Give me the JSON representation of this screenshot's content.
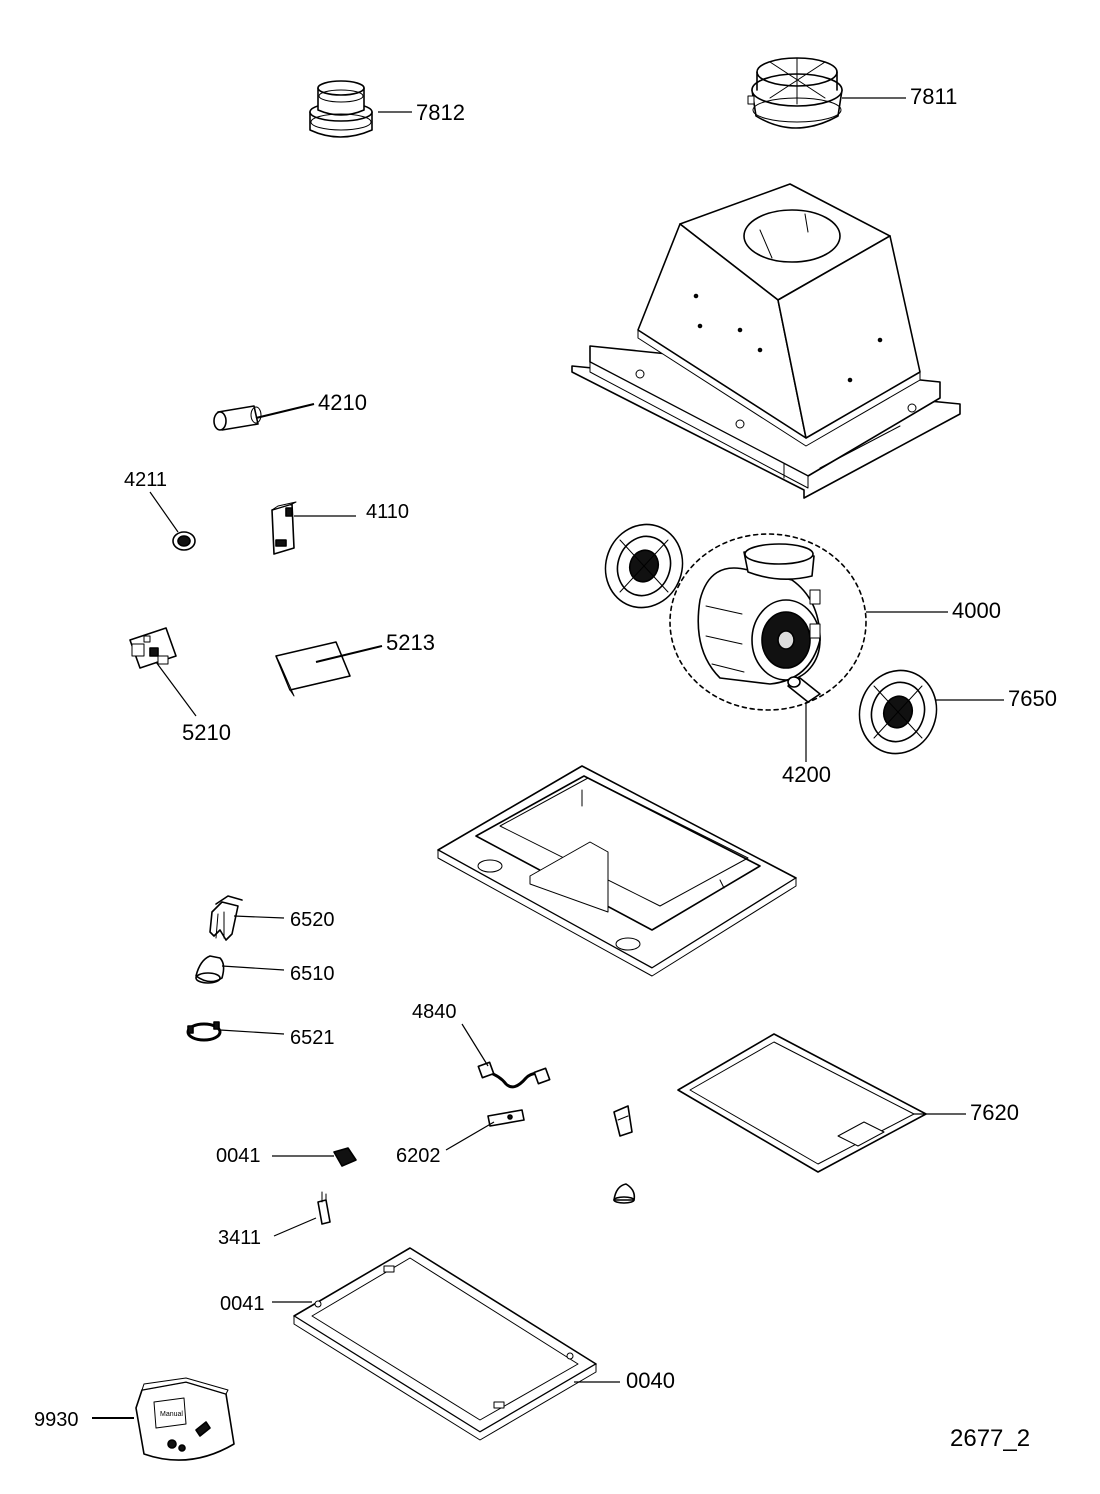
{
  "diagram_id": "2677_2",
  "callouts": {
    "c7812": "7812",
    "c7811": "7811",
    "c4210": "4210",
    "c4211": "4211",
    "c4110": "4110",
    "c4000": "4000",
    "c5213": "5213",
    "c5210": "5210",
    "c7650": "7650",
    "c4200": "4200",
    "c6520": "6520",
    "c6510": "6510",
    "c6521": "6521",
    "c4840": "4840",
    "c7620": "7620",
    "c0041a": "0041",
    "c6202": "6202",
    "c3411": "3411",
    "c0041b": "0041",
    "c0040": "0040",
    "c9930": "9930"
  },
  "manual_bag_text": "Manual"
}
